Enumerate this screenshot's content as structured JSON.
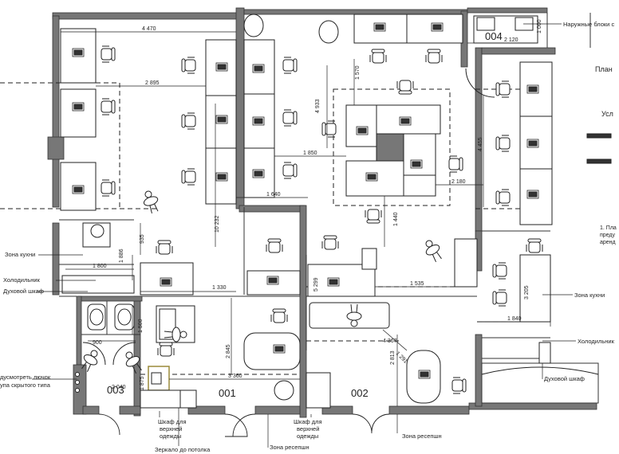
{
  "rooms": {
    "r001": "001",
    "r002": "002",
    "r003": "003",
    "r004": "004"
  },
  "dimensions": {
    "d4470": "4 470",
    "d2895": "2 895",
    "d2120": "2 120",
    "d1000": "1 000",
    "d1570": "1 570",
    "d4933": "4 933",
    "d4455": "4 455",
    "d1850": "1 850",
    "d2180": "2 180",
    "d1640": "1 640",
    "d10232": "10 232",
    "d1440": "1 440",
    "d935": "935",
    "d1886": "1 886",
    "d1800": "1 800",
    "d1330": "1 330",
    "d5299": "5 299",
    "d1535": "1 535",
    "d3205": "3 205",
    "d1840": "1 840",
    "d1500": "1 500",
    "d900": "900",
    "d2845": "2 845",
    "d3360": "3 360",
    "d4367": "4 367",
    "d2813": "2 813",
    "d1291": "1 291",
    "d2040": "2 040",
    "d1875": "1 875"
  },
  "labels": {
    "outdoor_units": "Наружные блоки с",
    "plan_title": "План",
    "usl": "Усл",
    "note_line1": "1. Пла",
    "note_line2": "преду",
    "note_line3": "аренд",
    "kitchen_left": "Зона кухни",
    "fridge_left": "Холодильник",
    "oven_left": "Духовой шкаф",
    "hatch_line1": "дусмотреть лючок",
    "hatch_line2": "упа скрытого типа",
    "wardrobe1_line1": "Шкаф для",
    "wardrobe1_line2": "верхней",
    "wardrobe1_line3": "одежды",
    "mirror": "Зеркало до потолка",
    "wardrobe2_line1": "Шкаф для",
    "wardrobe2_line2": "верхней",
    "wardrobe2_line3": "одежды",
    "reception_mid": "Зона ресепшн",
    "reception_right": "Зона ресепшн",
    "kitchen_right": "Зона кухни",
    "fridge_right": "Холодильник",
    "oven_right": "Духовой шкаф"
  }
}
